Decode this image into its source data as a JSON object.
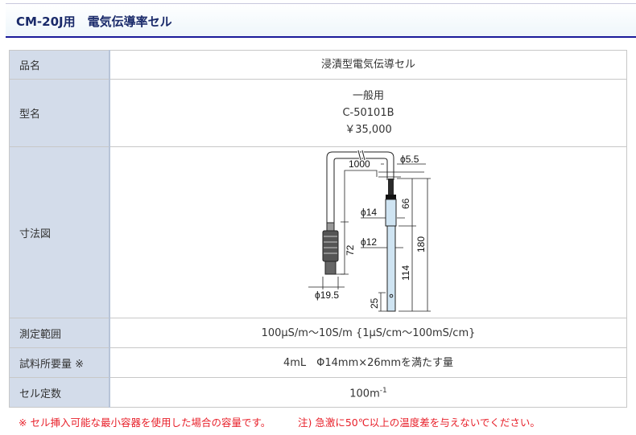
{
  "header": {
    "title": "CM-20J用　電気伝導率セル"
  },
  "rows": [
    {
      "label": "品名",
      "value": "浸漬型電気伝導セル"
    },
    {
      "label": "型名",
      "lines": [
        "一般用",
        "C-50101B",
        "￥35,000"
      ]
    },
    {
      "label": "寸法図"
    },
    {
      "label": "測定範囲",
      "value": "100μS/m～10S/m {1μS/cm～100mS/cm}"
    },
    {
      "label": "試料所要量 ※",
      "value": "4mL　Φ14mm×26mmを満たす量"
    },
    {
      "label": "セル定数",
      "value": "100m",
      "sup": "-1"
    }
  ],
  "drawing": {
    "cable": "1000",
    "cable_dia": "ϕ5.5",
    "body_dia": "ϕ14",
    "tube_dia": "ϕ12",
    "connector_len": "72",
    "connector_dia": "ϕ19.5",
    "cap_len": "66",
    "total_len": "180",
    "tube_len": "114",
    "tip_len": "25"
  },
  "footer": {
    "note1": "※ セル挿入可能な最小容器を使用した場合の容量です。",
    "note2": "注) 急激に50℃以上の温度差を与えないでください。"
  }
}
